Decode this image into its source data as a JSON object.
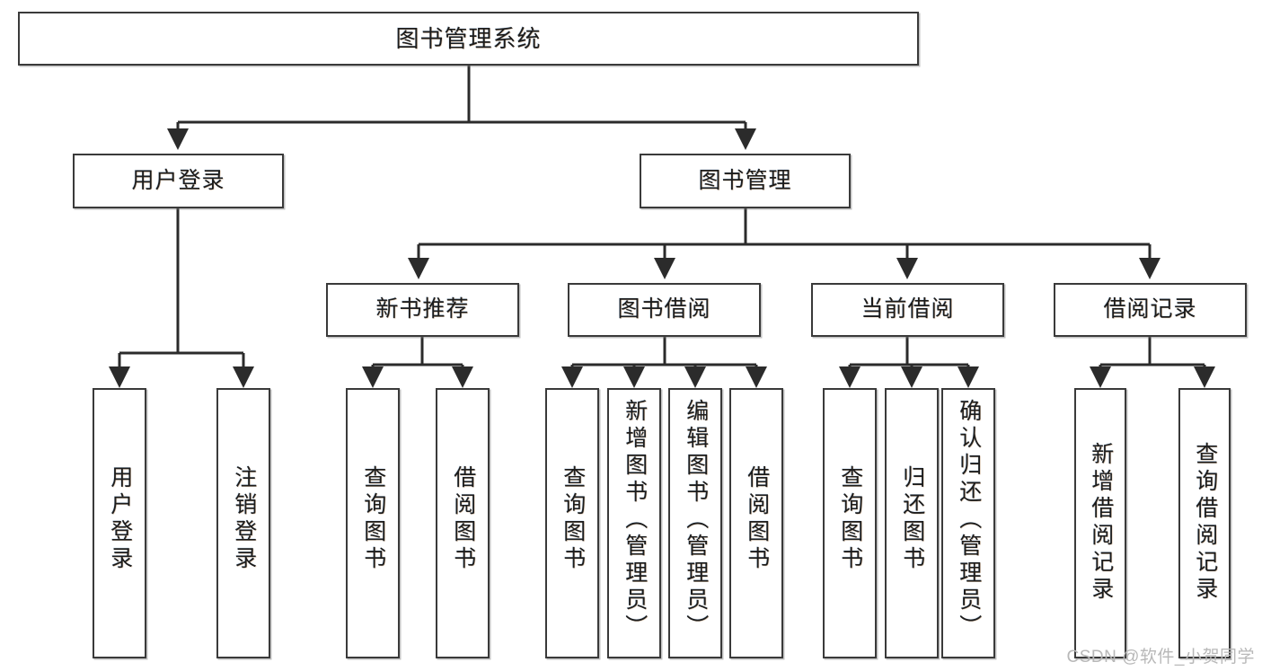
{
  "diagram": {
    "title": "图书管理系统",
    "type": "tree-hierarchy-chart",
    "orientation": "top-down",
    "colors": {
      "box_border": "#3a3a3a",
      "box_fill": "#ffffff",
      "edge": "#2b2b2b",
      "text": "#1c1c1c",
      "watermark": "#b8b8b8"
    }
  },
  "root": {
    "label": "图书管理系统"
  },
  "level2": [
    {
      "id": "user-login",
      "label": "用户登录"
    },
    {
      "id": "book-manage",
      "label": "图书管理"
    }
  ],
  "level3": [
    {
      "id": "new-book-recommend",
      "label": "新书推荐"
    },
    {
      "id": "book-borrow",
      "label": "图书借阅"
    },
    {
      "id": "current-borrow",
      "label": "当前借阅"
    },
    {
      "id": "borrow-record",
      "label": "借阅记录"
    }
  ],
  "leaves": {
    "user_login": [
      {
        "id": "leaf-user-login",
        "label": "用户登录"
      },
      {
        "id": "leaf-logout-login",
        "label": "注销登录"
      }
    ],
    "new_book_recommend": [
      {
        "id": "leaf-query-book-1",
        "label": "查询图书"
      },
      {
        "id": "leaf-borrow-book-1",
        "label": "借阅图书"
      }
    ],
    "book_borrow": [
      {
        "id": "leaf-query-book-2",
        "label": "查询图书"
      },
      {
        "id": "leaf-add-book",
        "label": "新增图书（管理员）"
      },
      {
        "id": "leaf-edit-book",
        "label": "编辑图书（管理员）"
      },
      {
        "id": "leaf-borrow-book-2",
        "label": "借阅图书"
      }
    ],
    "current_borrow": [
      {
        "id": "leaf-query-book-3",
        "label": "查询图书"
      },
      {
        "id": "leaf-return-book",
        "label": "归还图书"
      },
      {
        "id": "leaf-confirm-return",
        "label": "确认归还（管理员）"
      }
    ],
    "borrow_record": [
      {
        "id": "leaf-add-record",
        "label": "新增借阅记录"
      },
      {
        "id": "leaf-query-record",
        "label": "查询借阅记录"
      }
    ]
  },
  "watermark": {
    "text": "CSDN @软件_小贺同学"
  }
}
